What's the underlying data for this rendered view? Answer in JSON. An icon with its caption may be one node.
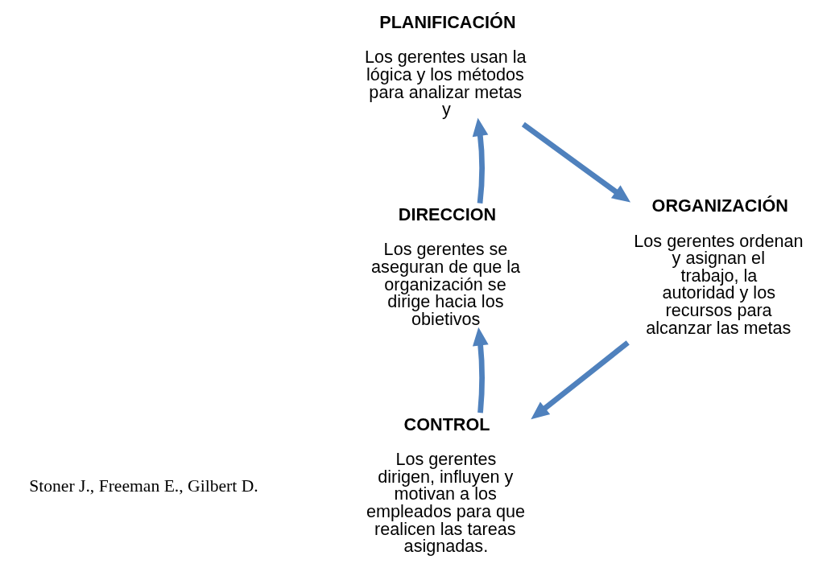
{
  "diagram": {
    "nodes": [
      {
        "text": [
          "PLANIFICACIÓN",
          "Los gerentes usan la lógica y los métodos para analizar metas y"
        ]
      },
      {
        "text": [
          "DIRECCION",
          "Los gerentes se aseguran de que la organización se dirige hacia los obietivos"
        ]
      },
      {
        "text": [
          "ORGANIZACIÓN",
          "Los gerentes ordenan y asignan el trabajo, la autoridad y los recursos para alcanzar las metas"
        ]
      },
      {
        "text": [
          "CONTROL",
          "Los gerentes dirigen, influyen y motivan a los empleados para que realicen las tareas asignadas."
        ]
      }
    ],
    "edges": [
      {
        "from": 1,
        "to": 0,
        "arrow": "to"
      },
      {
        "from": 0,
        "to": 2,
        "arrow": "to"
      },
      {
        "from": 2,
        "to": 3,
        "arrow": "to"
      },
      {
        "from": 3,
        "to": 1,
        "arrow": "to"
      }
    ],
    "labels": [
      "Stoner J., Freeman E., Gilbert D."
    ]
  }
}
